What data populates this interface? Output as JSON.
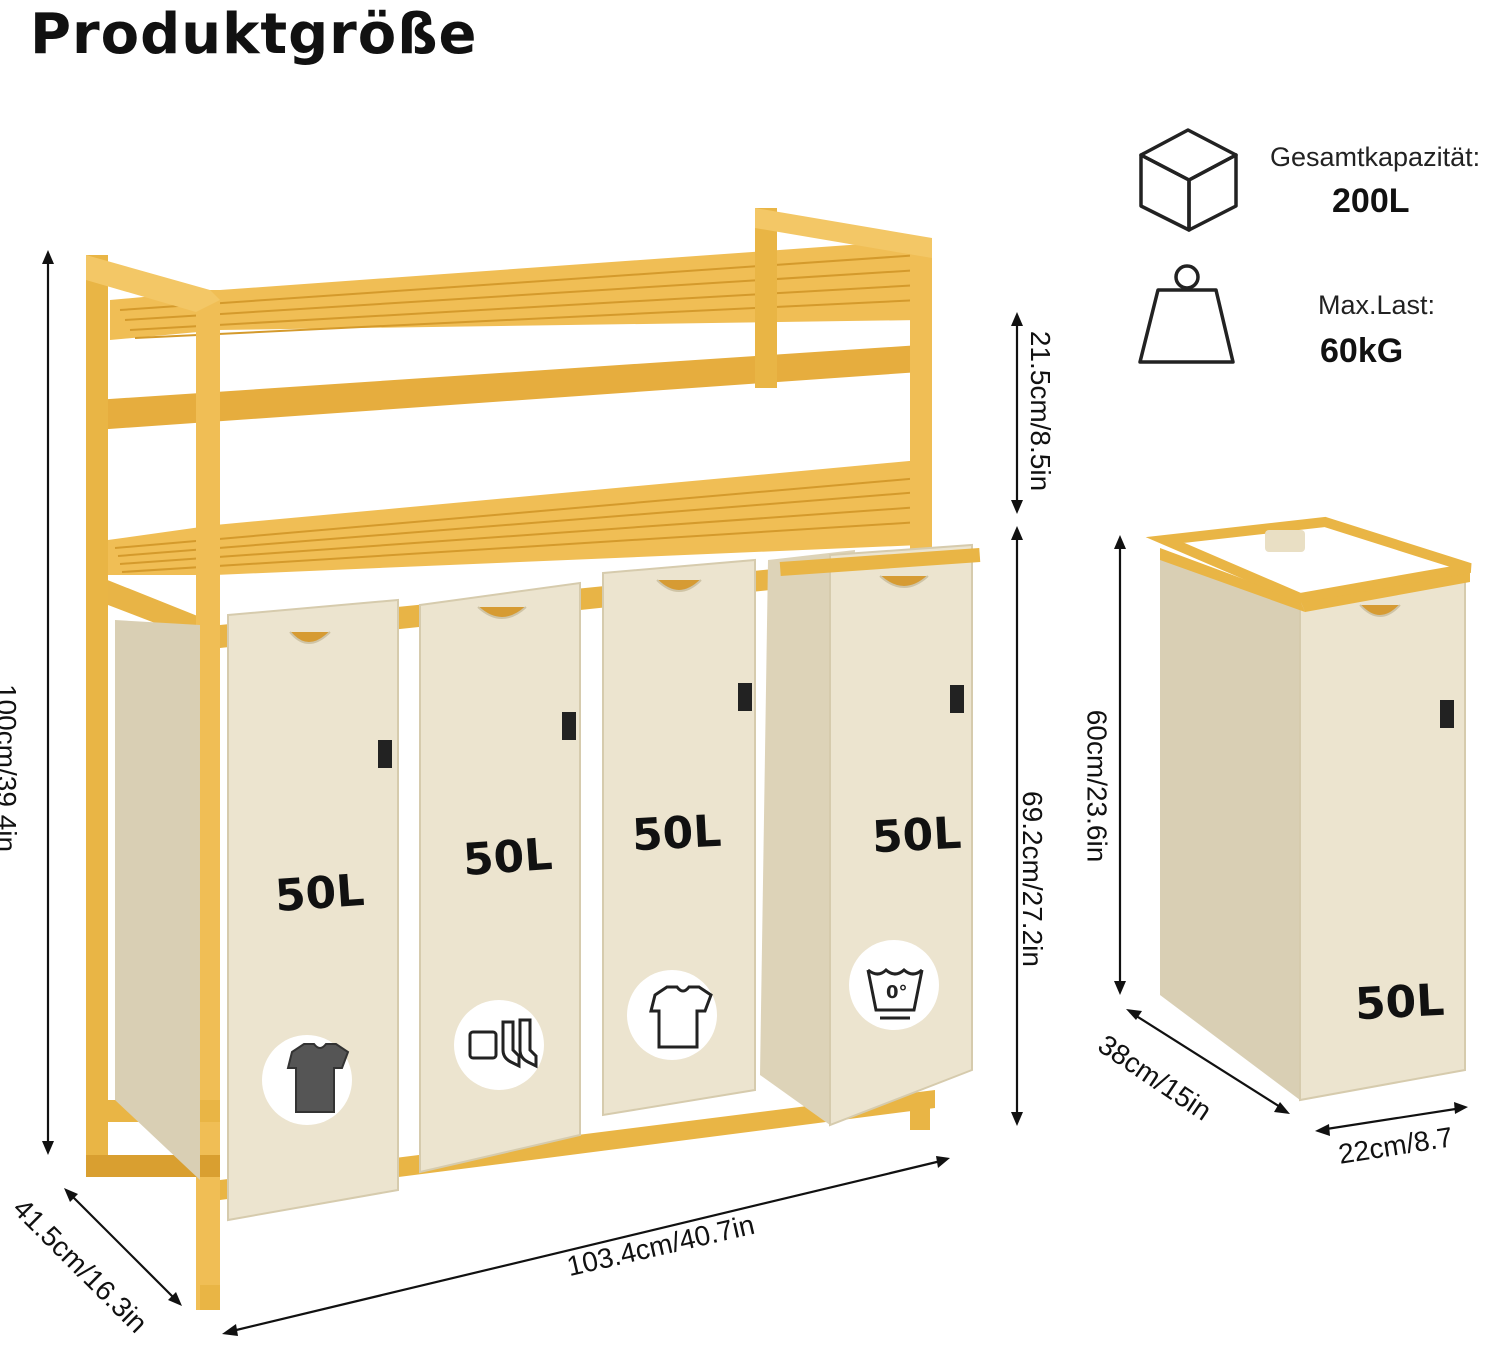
{
  "title": "Produktgröße",
  "specs": {
    "capacity_label": "Gesamtkapazität:",
    "capacity_value": "200L",
    "load_label": "Max.Last:",
    "load_value": "60kG"
  },
  "icons": {
    "capacity": "cube-icon",
    "load": "weight-icon"
  },
  "bag_labels": [
    "50L",
    "50L",
    "50L",
    "50L"
  ],
  "single_bag_label": "50L",
  "bag_icons": [
    "dark-tshirt-icon",
    "underwear-socks-icon",
    "white-tshirt-icon",
    "wash-0-degree-icon"
  ],
  "dimensions": {
    "total_height": "100cm/39.4in",
    "shelf_gap": "21.5cm/8.5in",
    "lower_height": "69.2cm/27.2in",
    "width": "103.4cm/40.7in",
    "depth": "41.5cm/16.3in",
    "bag_height": "60cm/23.6in",
    "bag_depth": "38cm/15in",
    "bag_width": "22cm/8.7"
  },
  "colors": {
    "bamboo": "#e9b545",
    "bamboo_dark": "#c98f25",
    "fabric": "#ece4cf",
    "fabric_shade": "#d9cfb4"
  }
}
